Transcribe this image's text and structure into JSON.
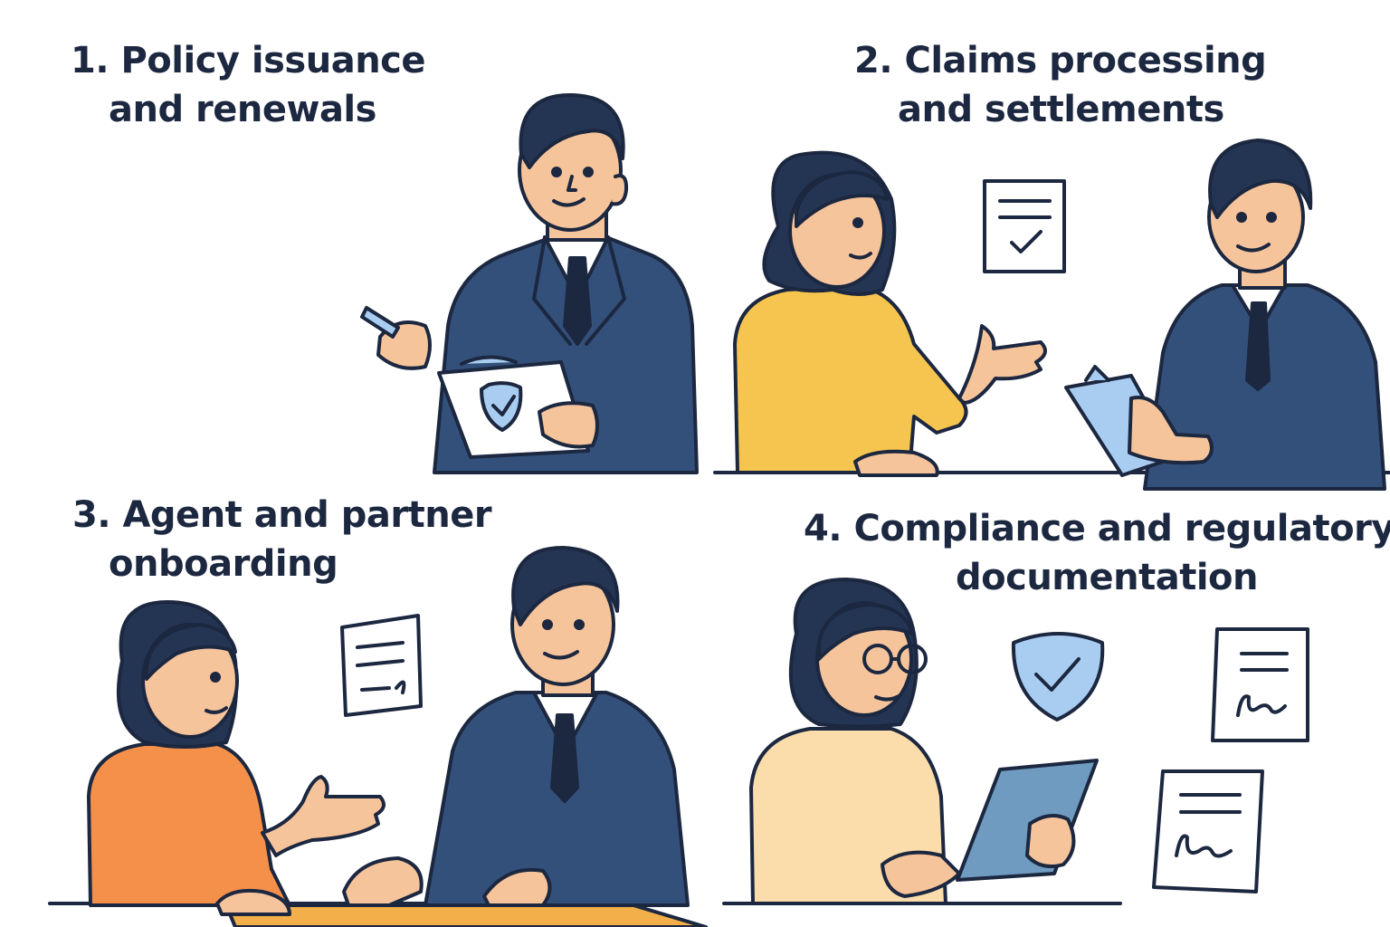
{
  "panels": [
    {
      "number": "1.",
      "line1": "Policy issuance",
      "line2": "and renewals"
    },
    {
      "number": "2.",
      "line1": "Claims processing",
      "line2": "and settlements"
    },
    {
      "number": "3.",
      "line1": "Agent and partner",
      "line2": "onboarding"
    },
    {
      "number": "4.",
      "line1": "Compliance and regulatory",
      "line2": "documentation"
    }
  ],
  "colors": {
    "ink": "#1c2740",
    "suit": "#33507a",
    "skin": "#f6c49b",
    "hair": "#243553",
    "sweater_yellow": "#f6c54f",
    "sweater_orange": "#f5904a",
    "sweater_cream": "#fbdcab",
    "table_orange": "#f3b04a",
    "clipboard_blue": "#a9cdf0",
    "tablet_blue": "#6f9bc0"
  }
}
